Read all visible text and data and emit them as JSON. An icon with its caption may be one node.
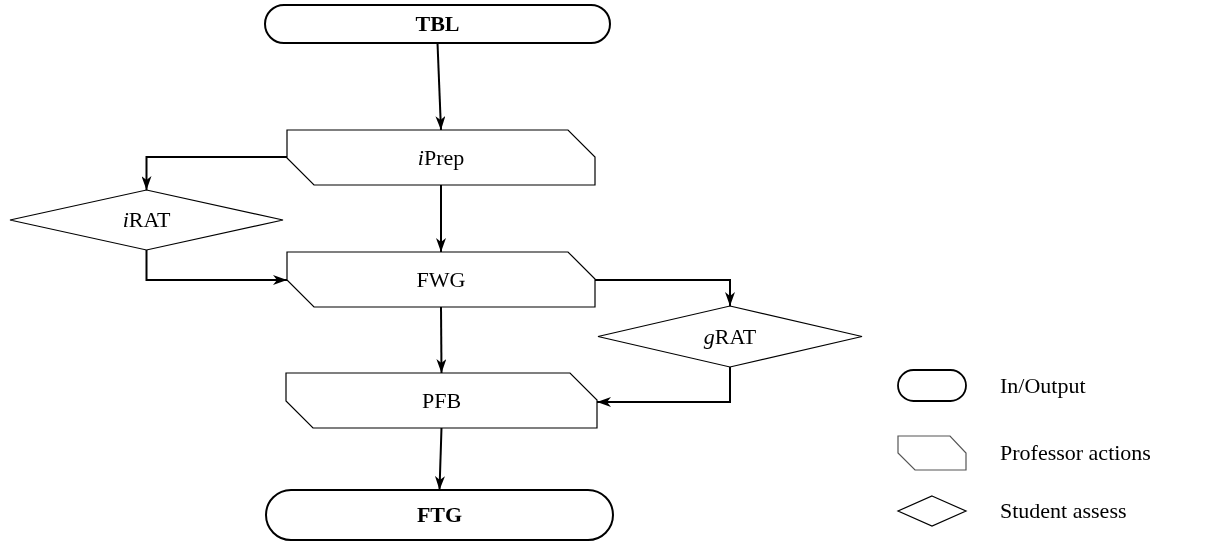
{
  "diagram": {
    "nodes": [
      {
        "text": [
          "TBL"
        ]
      },
      {
        "text": [
          "iPrep"
        ]
      },
      {
        "text": [
          "iRAT"
        ]
      },
      {
        "text": [
          "FWG"
        ]
      },
      {
        "text": [
          "gRAT"
        ]
      },
      {
        "text": [
          "PFB"
        ]
      },
      {
        "text": [
          "FTG"
        ]
      }
    ],
    "edges": [
      {
        "from": 0,
        "to": 1,
        "arrow": "to"
      },
      {
        "from": 1,
        "to": 2,
        "arrow": "to"
      },
      {
        "from": 1,
        "to": 3,
        "arrow": "to"
      },
      {
        "from": 2,
        "to": 3,
        "arrow": "to"
      },
      {
        "from": 3,
        "to": 4,
        "arrow": "to"
      },
      {
        "from": 3,
        "to": 5,
        "arrow": "to"
      },
      {
        "from": 4,
        "to": 5,
        "arrow": "to"
      },
      {
        "from": 5,
        "to": 6,
        "arrow": "to"
      }
    ],
    "legend": [
      {
        "text": "In/Output"
      },
      {
        "text": "Professor actions"
      },
      {
        "text": "Student assess"
      }
    ]
  }
}
